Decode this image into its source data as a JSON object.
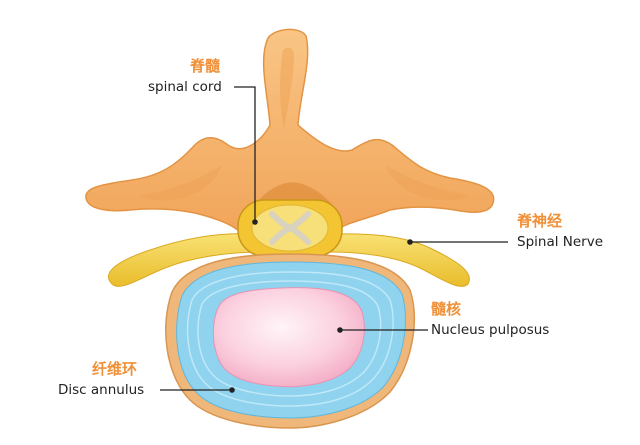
{
  "labels": {
    "spinal_cord": {
      "zh": "脊髓",
      "en": "spinal cord"
    },
    "spinal_nerve": {
      "zh": "脊神经",
      "en": "Spinal Nerve"
    },
    "nucleus_pulposus": {
      "zh": "髓核",
      "en": "Nucleus pulposus"
    },
    "disc_annulus": {
      "zh": "纤维环",
      "en": "Disc annulus"
    }
  },
  "colors": {
    "bone": "#f6b96d",
    "bone_dark": "#e6963f",
    "nerve": "#f4d24a",
    "annulus_blue": "#8fd3ef",
    "annulus_tan": "#efb77a",
    "nucleus": "#f9c6d8",
    "label_zh": "#f0913a",
    "leader": "#222222"
  }
}
